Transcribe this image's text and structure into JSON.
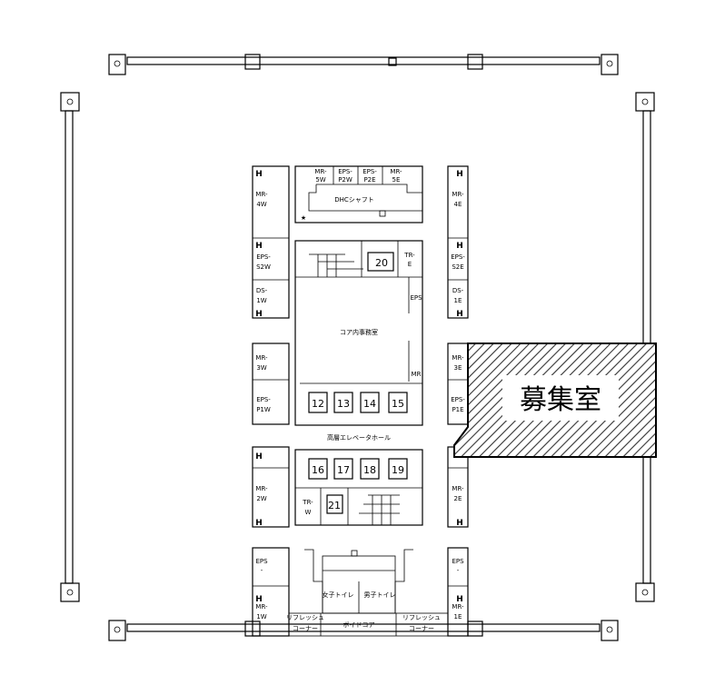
{
  "plan": {
    "highlight_room": "募集室",
    "rooms": {
      "dhc_shaft": "DHCシャフト",
      "core_office": "コア内事務室",
      "elevator_hall": "高層エレベータホール",
      "womens_toilet": "女子トイレ",
      "mens_toilet": "男子トイレ",
      "void_core": "ボイドコア",
      "refresh_left_1": "リフレッシュ",
      "refresh_left_2": "コーナー",
      "refresh_right_1": "リフレッシュ",
      "refresh_right_2": "コーナー",
      "eps_core": "EPS",
      "mr_core": "MR",
      "tr_e_1": "TR-",
      "tr_e_2": "E",
      "tr_w_1": "TR-",
      "tr_w_2": "W"
    },
    "top_shafts": [
      {
        "l1": "MR-",
        "l2": "5W"
      },
      {
        "l1": "EPS-",
        "l2": "P2W"
      },
      {
        "l1": "EPS-",
        "l2": "P2E"
      },
      {
        "l1": "MR-",
        "l2": "5E"
      }
    ],
    "left_strip": [
      {
        "l1": "MR-",
        "l2": "4W"
      },
      {
        "l1": "EPS-",
        "l2": "S2W"
      },
      {
        "l1": "DS-",
        "l2": "1W"
      },
      {
        "l1": "MR-",
        "l2": "3W"
      },
      {
        "l1": "EPS-",
        "l2": "P1W"
      },
      {
        "l1": "MR-",
        "l2": "2W"
      },
      {
        "l1": "EPS",
        "l2": "-"
      },
      {
        "l1": "MR-",
        "l2": "1W"
      }
    ],
    "right_strip": [
      {
        "l1": "MR-",
        "l2": "4E"
      },
      {
        "l1": "EPS-",
        "l2": "S2E"
      },
      {
        "l1": "DS-",
        "l2": "1E"
      },
      {
        "l1": "MR-",
        "l2": "3E"
      },
      {
        "l1": "EPS-",
        "l2": "P1E"
      },
      {
        "l1": "MR-",
        "l2": "2E"
      },
      {
        "l1": "EPS",
        "l2": "-"
      },
      {
        "l1": "MR-",
        "l2": "1E"
      }
    ],
    "elevators_upper": [
      "12",
      "13",
      "14",
      "15"
    ],
    "elevators_lower": [
      "16",
      "17",
      "18",
      "19"
    ],
    "elevator_20": "20",
    "elevator_21": "21",
    "h_mark": "H",
    "star_mark": "★",
    "hatch_color": "#333333"
  }
}
